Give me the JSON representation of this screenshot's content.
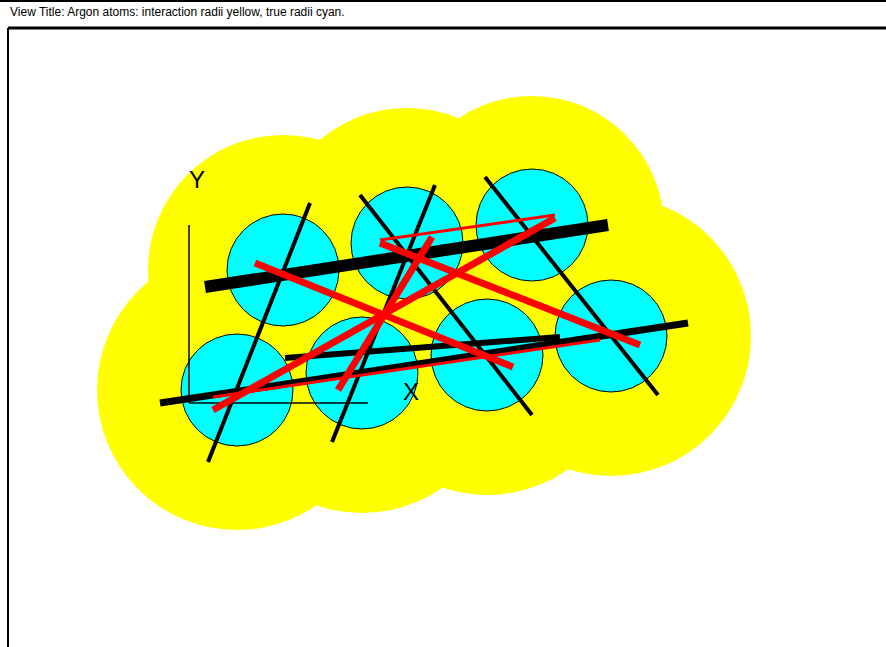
{
  "diagram": {
    "title": "View Title: Argon atoms: interaction radii yellow, true radii cyan.",
    "labels": [
      "Y",
      "X"
    ]
  }
}
